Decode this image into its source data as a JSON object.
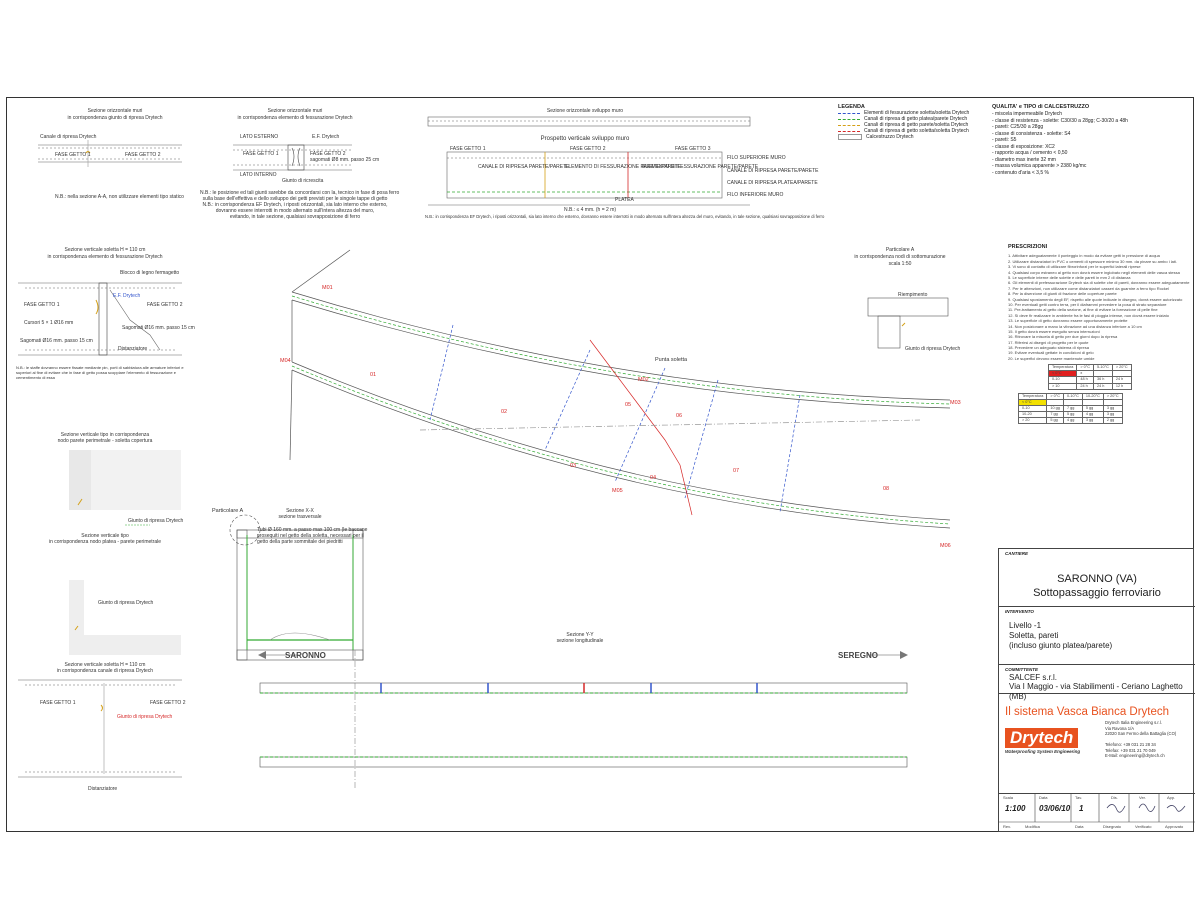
{
  "sections": {
    "s1": {
      "title": "Sezione orizzontale muri",
      "sub": "in corrispondenza giunto di ripresa Drytech",
      "left_label": "Canale di ripresa Drytech",
      "fase1": "FASE GETTO 1",
      "fase2": "FASE GETTO 2",
      "note": "N.B.: nella sezione A-A, non utilizzare elementi tipo statico"
    },
    "s2": {
      "title": "Sezione orizzontale muri",
      "sub": "in corrispondenza elemento di fessurazione Drytech",
      "lato_esterno": "LATO ESTERNO",
      "lato_interno": "LATO INTERNO",
      "ef": "E.F. Drytech",
      "fase1": "FASE GETTO 1",
      "fase2": "FASE GETTO 2",
      "sagomati": "sagomati Ø8 mm. passo 25 cm",
      "giunto": "Giunto di ricrescita",
      "note1": "N.B.: le posizione ed tali giunti sarebbe da concordarsi con la, tecnico in fase di posa ferro",
      "note2": "sulla base dell'effettiva e dello sviluppo dei getti previsti per le singole tappe di getto",
      "note3": "N.B.: in corrispondenza EF Drytech, i riposti orizzontali, sia lato interno che esterno,",
      "note4": "dovranno essere interrotti in modo alternato sull'intera altezza del muro,",
      "note5": "evitando, in tale sezione, qualsiasi sovrapposizione di ferro"
    },
    "s3": {
      "title": "Sezione orizzontale sviluppo muro",
      "prosp": "Prospetto verticale sviluppo muro",
      "fase1": "FASE GETTO 1",
      "fase2": "FASE GETTO 2",
      "fase3": "FASE GETTO 3",
      "c1": "CANALE DI RIPRESA PARETE/PARETE",
      "c2": "ELEMENTO DI FESSURAZIONE PARETE/PARETE",
      "c3": "ELEMENTO DI FESSURAZIONE PARETE/PARETE",
      "filo_sup": "FILO SUPERIORE MURO",
      "canale_pp": "CANALE DI RIPRESA PARETE/PARETE",
      "canale_pf": "CANALE DI RIPRESA PLATEA/PARETE",
      "platea": "PLATEA",
      "filo_inf": "FILO INFERIORE MURO",
      "nb": "N.B.: ≤ 4 mm. (h = 2 m)",
      "note": "N.B.: in corrispondenza EF Drytech, i riposti orizzontali, sia lato interno che esterno, dovranno essere interrotti in modo alternato sull'intera altezza del muro, evitando, in tale sezione, qualsiasi sovrapposizione di ferro"
    },
    "s4": {
      "title": "Sezione verticale soletta H = 110 cm",
      "sub": "in corrispondenza elemento di fessurazione Drytech",
      "blocco": "Blocco di legno fermagetto",
      "ef": "E.F. Drytech",
      "fase1": "FASE GETTO 1",
      "fase2": "FASE GETTO 2",
      "cursori": "Cursori 5 × 1 Ø16 mm",
      "sagomati1": "Sagomati Ø16 mm. passo 15 cm",
      "sagomati2": "Sagomati Ø16 mm. passo 15 cm",
      "distanz": "Distanziatore",
      "note": "N.B.: le staffe dovranno essere fissate mediante pin, porti di sabbiatura alle armature inferiori e superiori al fine di evitare che in fase di getto possa scoppiare l'elemento di fessurazione e cementimento di essa"
    },
    "s5": {
      "title": "Sezione verticale tipo in corrispondenza",
      "sub": "nodo parete perimetrale - soletta copertura",
      "giunto": "Giunto di ripresa Drytech"
    },
    "s6": {
      "title": "Sezione verticale tipo",
      "sub": "in corrispondenza nodo platea - parete perimetrale",
      "giunto": "Giunto di ripresa Drytech"
    },
    "s7": {
      "title": "Sezione verticale soletta H = 110 cm",
      "sub": "in corrispondenza canale di ripresa Drytech",
      "fase1": "FASE GETTO 1",
      "fase2": "FASE GETTO 2",
      "giunto": "Giunto di ripresa Drytech",
      "distanz": "Distanziatore"
    },
    "sxx": {
      "title": "Sezione X-X",
      "sub": "sezione trasversale",
      "note1": "Tubi Ø 160 mm. a passo max 100 cm (le baccane",
      "note2": "prosequiti nel getto della soletta, necessari per il",
      "note3": "getto della parte sommitale dei piedritti",
      "part": "Particolare A"
    },
    "syy": {
      "title": "Sezione Y-Y",
      "sub": "sezione longitudinale",
      "left": "SARONNO",
      "right": "SEREGNO"
    },
    "partA": {
      "title": "Particolare A",
      "sub": "in corrispondenza nodi di sottomurazione",
      "scale": "scala 1:50",
      "riemp": "Riempimento",
      "giunto": "Giunto di ripresa Drytech"
    },
    "plan": {
      "punta": "Punta soletta",
      "m01": "M01",
      "m02": "M02",
      "m03": "M03",
      "m04": "M04",
      "m05": "M05",
      "m06": "M06",
      "z01": "01",
      "z02": "02",
      "z03": "03",
      "z04": "04",
      "z05": "05",
      "z06": "06",
      "z07": "07",
      "z08": "08"
    }
  },
  "legend": {
    "title": "LEGENDA",
    "items": [
      {
        "label": "Elementi di fessurazione soletta/soletta Drytech",
        "color": "#3355cc"
      },
      {
        "label": "Canali di ripresa di getto platea/parete Drytech",
        "color": "#33aa33"
      },
      {
        "label": "Canali di ripresa di getto parete/soletta Drytech",
        "color": "#d4a017"
      },
      {
        "label": "Canali di ripresa di getto soletta/soletta Drytech",
        "color": "#d62828"
      },
      {
        "label": "Calcestruzzo Drytech",
        "color": "#ffffff"
      }
    ]
  },
  "quality": {
    "title": "QUALITA' e TIPO di CALCESTRUZZO",
    "lines": [
      "- miscela impermeabile Drytech",
      "- classe di resistenza - solette: C30/30 a 28gg; C-30/20 a 48h",
      "  - pareti: C25/30 a 28gg",
      "- classe di consistenza - solette: S4",
      "  - pareti: S5",
      "- classe di esposizione: XC2",
      "- rapporto acqua / cemento < 0,50",
      "- diametro max inerte 32 mm",
      "- massa volumica apparente > 2380 kg/mc",
      "- contenuto d'aria < 3,5 %"
    ]
  },
  "prescrizioni": {
    "title": "PRESCRIZIONI",
    "lines": [
      "1. Attivitare adeguatamente il ponteggio in modo da evitare getti in pressione di acqua",
      "2. Utilizzare distanziatori in PVC o cementi di spessore minimo 30 mm. da pinare su ambo i lati.",
      "3. Vi sono di contatto di utilizzare fibrorinforzi per le superfici laterali riprese",
      "4. Qualsiasi corpo estraneo al getto non dovrà essere inglobato negli elementi delle vasca stessa",
      "5. Le superficie interne delle solette e delle pareti in mm 2 di distanza",
      "6. Gli elementi di prefessurazione Drytech sia di solette che di pareti, dovranno essere adeguatamente",
      "7. Per le attenzioni, non utilizzare come distanziatori casseri da guarnire a ferro tipo Rockel",
      "8. Per la diserzione di giunti di frazione delle coperture parete",
      "9. Qualsiasi spostamento degli EF, rispetto alle quote indicate in disegno, dovrà essere autorizzato",
      "10. Per eventuali getti contro terra, per il diaframmi prevedere la posa di strato separatore",
      "11. Pre-trattamento al getto della sezione, al fine di evitare la formazione di pelle fine",
      "12. Si deve fir realizzare in ambiente fra le fasi di pioggia intense, non dovrà essere iniziato",
      "13. Le superficie di getto dovranno essere opportunamente protette",
      "14. Non posizionare a mano la vibrazione ad una distanza inferiore a 10 cm",
      "15. Il getto dovrà essere eseguito senza interruzioni",
      "16. Ritrovare la miscela di getto per due giorni dopo la ripresa",
      "17. Riferirsi ai disegni di progetto per le quote",
      "18. Prevedere un adeguato sistema di ripresa",
      "19. Evitare eventuali gettate in condizioni di gelo",
      "20. Le superfici devono essere mantenute umide"
    ],
    "t1_head": [
      "Temperatura",
      "> 0°C",
      "5-10°C",
      "> 20°C"
    ],
    "t1_rows": [
      [
        "< 0°C",
        "x",
        "",
        ""
      ],
      [
        "0-10",
        "48 h",
        "36 h",
        "24 h"
      ],
      [
        "> 10",
        "24 h",
        "24 h",
        "12 h"
      ]
    ],
    "t2_head": [
      "Temperatura",
      "> 0°C",
      "0-10°C",
      "10-20°C",
      "> 20°C"
    ],
    "t2_rows": [
      [
        "< 0°C",
        "",
        "",
        "",
        ""
      ],
      [
        "0-10",
        "10 gg",
        "7 gg",
        "5 gg",
        "3 gg"
      ],
      [
        "10-20",
        "7 gg",
        "5 gg",
        "4 gg",
        "3 gg"
      ],
      [
        "> 20",
        "5 gg",
        "4 gg",
        "3 gg",
        "2 gg"
      ]
    ]
  },
  "titleblock": {
    "cantiere_cap": "CANTIERE",
    "cantiere_line1": "SARONNO (VA)",
    "cantiere_line2": "Sottopassaggio ferroviario",
    "intervento_cap": "INTERVENTO",
    "intervento_l1": "Livello -1",
    "intervento_l2": "Soletta, pareti",
    "intervento_l3": "(incluso giunto platea/parete)",
    "committente_cap": "COMMITTENTE",
    "committente_l1": "SALCEF s.r.l.",
    "committente_l2": "Via I Maggio - via Stabilimenti - Ceriano Laghetto (MB)",
    "sistema": "Il sistema Vasca Bianca Drytech",
    "logo": "Drytech",
    "logo_sub": "Waterproofing System Engineering",
    "company": [
      "Drytech Italia Engineering s.r.l.",
      "Via Ravona 1/A",
      "22020 San Fermo della Battaglia (CO)",
      "",
      "Telefono: +39 031 21 28 34",
      "Telefax: +39 031 21 70 049",
      "E-Mail: engineering@drytech.ch"
    ],
    "grid_heads": [
      "Scala",
      "Data",
      "Tav.",
      "Dis.",
      "Ver.",
      "App."
    ],
    "grid_vals": [
      "1:100",
      "03/06/10",
      "1",
      "",
      "",
      ""
    ],
    "grid_foot": [
      "Rev.",
      "Modifica",
      "Data",
      "Disegnato",
      "Verificato",
      "Approvato"
    ]
  }
}
